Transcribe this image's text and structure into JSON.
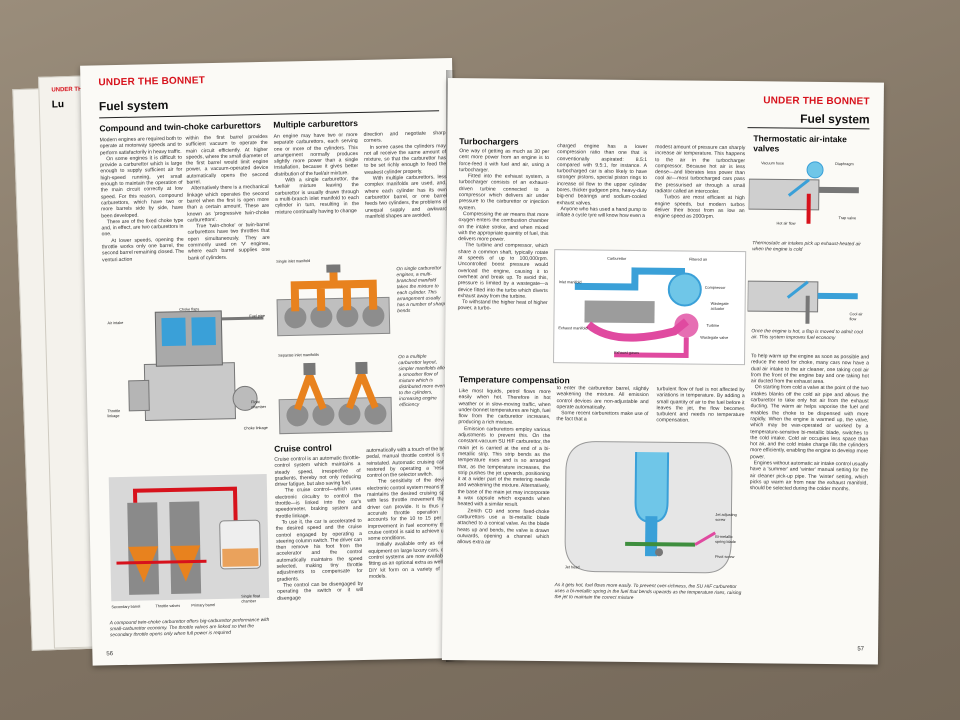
{
  "section": "UNDER THE BONNET",
  "title": "Fuel system",
  "left": {
    "page_number": "56",
    "back_page_label": "Lu",
    "compound": {
      "heading": "Compound and twin-choke carburettors",
      "col1": "Modern engines are required both to operate at motorway speeds and to perform satisfactorily in heavy traffic.\n   On some engines it is difficult to provide a carburettor which is large enough to supply sufficient air for high-speed running, yet small enough to maintain the operation of the main circuit correctly at low speed. For this reason, compound carburettors, which have two or more barrels side by side, have been developed.\n   There are of the fixed choke type and, in effect, are two carburettors in one.\n   At lower speeds, opening the throttle works only one barrel, the second barrel remaining closed. The venturi action",
      "col2": "within the first barrel provides sufficient vacuum to operate the main circuit efficiently. At higher speeds, where the small diameter of the first barrel would limit engine power, a vacuum-operated device automatically opens the second barrel.\n   Alternatively there is a mechanical linkage which operates the second barrel when the first is open more than a certain amount. These are known as 'progressive twin-choke carburettors'.\n   True 'twin-choke' or twin-barrel carburettors have two throttles that open simultaneously. They are commonly used on 'V' engines, where each barrel supplies one bank of cylinders."
    },
    "multiple": {
      "heading": "Multiple carburettors",
      "col1": "An engine may have two or more separate carburettors, each serving one or more of the cylinders. This arrangement normally produces slightly more power than a single installation, because it gives better distribution of the fuel/air mixture.\n   With a single carburettor, the fuel/air mixture leaving the carburettor is usually drawn through a multi-branch inlet manifold to each cylinder in turn, resulting in the mixture continually having to change",
      "col2": "direction and negotiate sharp corners.\n   In some cases the cylinders may not all receive the same amount of mixture, so that the carburettor has to be set richly enough to feed the weakest cylinder properly.\n   With multiple carburettors, less complex manifolds are used, and, where each cylinder has its own carburettor barrel, or one barrel feeds two cylinders, the problems of unequal supply and awkward manifold shapes are avoided."
    },
    "manifold_fig": {
      "label_single": "Single inlet manifold",
      "label_separate": "Separate inlet manifolds",
      "cap1": "On single carburettor engines, a multi-branched manifold takes the mixture to each cylinder. This arrangement usually has a number of sharp bends",
      "cap2": "On a multiple carburettor layout, simpler manifolds allow a smoother flow of mixture which is distributed more evenly to the cylinders, increasing engine efficiency"
    },
    "carb_fig": {
      "labels": [
        "Choke flaps",
        "Fuel pipe",
        "Air intake",
        "Throttle linkage",
        "Float chamber",
        "Choke linkage"
      ]
    },
    "cruise": {
      "heading": "Cruise control",
      "col1": "Cruise control is an automatic throttle-control system which maintains a steady speed, irrespective of gradients, thereby not only reducing driver fatigue, but also saving fuel.\n   The cruise control—which uses electronic circuitry to control the throttle—is linked into the car's speedometer, braking system and throttle linkage.\n   To use it, the car is accelerated to the desired speed and the cruise control engaged by operating a steering column switch. The driver can then remove his foot from the accelerator and the control automatically maintains the speed selected, making tiny throttle adjustments to compensate for gradients.\n   The control can be disengaged by operating the switch or it will disengage",
      "col2": "automatically with a touch of the brake pedal, manual throttle control is then reinstated. Automatic cruising can be restored by operating a 'resume' control on the selector switch.\n   The sensitivity of the device's electronic control system means that it maintains the desired cruising speed with less throttle movement than a driver can provide. It is thus more accurate throttle operation that accounts for the 10 to 15 per cent improvement in fuel economy that a cruise control is said to achieve under some conditions.\n   Initially available only as original equipment on large luxury cars, cruise control systems are now available for fitting as an optional extra as well as in DIY kit form on a variety of other models."
    },
    "comp_fig": {
      "labels": [
        "Secondary barrel",
        "Throttle valves",
        "Primary barrel",
        "Single float chamber"
      ],
      "caption": "A compound twin-choke carburettor offers big-carburettor performance with small-carburettor economy. The throttle valves are linked so that the secondary throttle opens only when full power is required"
    }
  },
  "right": {
    "page_number": "57",
    "turbo": {
      "heading": "Turbochargers",
      "col1": "One way of getting as much as 30 per cent more power from an engine is to force-feed it with fuel and air, using a turbocharger.\n   Fitted into the exhaust system, a turbocharger consists of an exhaust-driven turbine connected to a compressor which delivers air under pressure to the carburettor or injection system.\n   Compressing the air means that more oxygen enters the combustion chamber on the intake stroke, and when mixed with the appropriate quantity of fuel, this delivers more power.\n   The turbine and compressor, which share a common shaft, typically rotate at speeds of up to 100,000rpm. Uncontrolled boost pressure would overload the engine, causing it to overheat and break up. To avoid this, pressure is limited by a wastegate—a device fitted into the turbo which diverts exhaust away from the turbine.\n   To withstand the higher heat of higher power, a turbo-",
      "col2": "charged engine has a lower compression ratio than one that is conventionally aspirated: 8.5:1 compared with 9.5:1, for instance. A turbocharged car is also likely to have stronger pistons, special piston rings to increase oil flow to the upper cylinder bores, thicker gudgeon pins, heavy-duty big-end bearings and sodium-cooled exhaust valves.\n   Anyone who has used a hand pump to inflate a cycle tyre will know how even a",
      "col3": "modest amount of pressure can sharply increase air temperature. This happens to the air in the turbocharger compressor. Because hot air is less dense—and liberates less power than cool air—most turbocharged cars pass the pressurised air through a small radiator called an intercooler.\n   Turbos are most efficient at high engine speeds, but modern turbos deliver their boost from as low an engine speed as 2000rpm."
    },
    "turbo_fig": {
      "labels": [
        "Carburettor",
        "Filtered air",
        "Inlet manifold",
        "Compressor",
        "Wastegate actuator",
        "Exhaust manifold",
        "Turbine",
        "Wastegate valve",
        "Exhaust gases"
      ]
    },
    "thermo": {
      "heading": "Thermostatic air-intake valves",
      "labels_top": [
        "Vacuum hose",
        "Diaphragm",
        "Hot air flow",
        "Trap valve"
      ],
      "cap_top": "Thermostatic air intakes pick up exhaust-heated air when the engine is cold",
      "labels_bottom": [
        "Cool air flow"
      ],
      "cap_bottom": "Once the engine is hot, a flap is moved to admit cool air. This system improves fuel economy",
      "col": "To help warm up the engine as soon as possible and reduce the need for choke, many cars now have a dual air intake to the air cleaner, one taking cool air from the front of the engine bay and one taking hot air ducted from the exhaust area.\n   On starting from cold a valve at the point of the two intakes blanks off the cold air pipe and allows the carburettor to take only hot air from the exhaust ducting. The warm air helps vaporise the fuel and enables the choke to be dispensed with more rapidly. When the engine is warmed up, the valve, which may be wax-operated or worked by a temperature-sensitive bi-metallic blade, switches to the cold intake. Cold air occupies less space than hot air, and the cold intake charge fills the cylinders more efficiently, enabling the engine to develop more power.\n   Engines without automatic air intake control usually have a 'summer' and 'winter' manual setting for the air cleaner pick-up pipe. The 'winter' setting, which picks up warm air from near the exhaust manifold, should be selected during the colder months."
    },
    "temp": {
      "heading": "Temperature compensation",
      "col1": "Like most liquids, petrol flows more easily when hot. Therefore in hot weather or in slow-moving traffic, when under-bonnet temperatures are high, fuel flow from the carburettor increases, producing a rich mixture.\n   Emission carburettors employ various adjustments to prevent this. On the constant-vacuum SU HIF carburettor, the main jet is carried at the end of a bi-metallic strip. This strip bends as the temperature rises and is so arranged that, as the temperature increases, the strip pushes the jet upwards, positioning it at a wider part of the metering needle and weakening the mixture. Alternatively, the base of the main jet may incorporate a wax capsule which expands when heated with a similar result.\n   Zenith CD and some fixed-choke carburettors use a bi-metallic blade attached to a conical valve. As the blade heats up and bends, the valve is drawn outwards, opening a channel which allows extra air",
      "col2": "to enter the carburettor barrel, slightly weakening the mixture. All emission control devices are non-adjustable and operate automatically.\n   Some recent carburettors make use of the fact that a",
      "col3": "turbulent flow of fuel is not affected by variations in temperature. By adding a small quantity of air to the fuel before it leaves the jet, the flow becomes turbulent and needs no temperature compensation."
    },
    "temp_fig": {
      "labels": [
        "Jet adjusting screw",
        "Bi-metallic spring blade",
        "Pivot screw",
        "Jet head"
      ],
      "caption": "As it gets hot, fuel flows more easily. To prevent over-richness, the SU HIF carburettor uses a bi-metallic spring in the fuel that bends upwards as the temperature rises, raising the jet to maintain the correct mixture"
    }
  },
  "colors": {
    "accent": "#d7121c",
    "blue": "#3aa0d8",
    "cyan": "#6fc6e8",
    "orange": "#e8821e",
    "pink": "#e04aa0"
  }
}
